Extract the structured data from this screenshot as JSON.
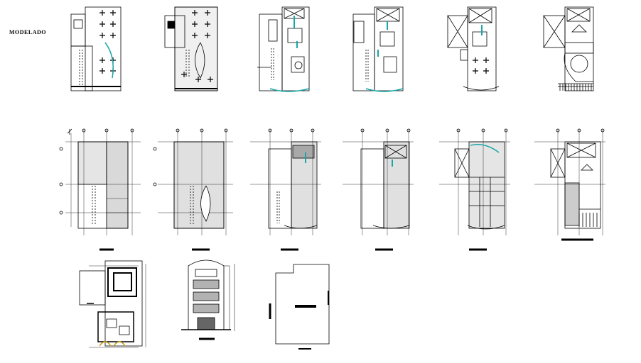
{
  "sheet": {
    "label": "MODELADO",
    "line_color": "#000000",
    "accent_color": "#1aa6a6",
    "highlight_color": "#c8a020"
  },
  "rows": {
    "modelado_plans": [
      "plan-1",
      "plan-2",
      "plan-3",
      "plan-4",
      "plan-5",
      "plan-6"
    ],
    "dimensioned_plans": [
      "dplan-1",
      "dplan-2",
      "dplan-3",
      "dplan-4",
      "dplan-5",
      "dplan-6"
    ],
    "bottom_drawings": [
      "site-plan",
      "front-elevation",
      "roof-outline"
    ]
  }
}
